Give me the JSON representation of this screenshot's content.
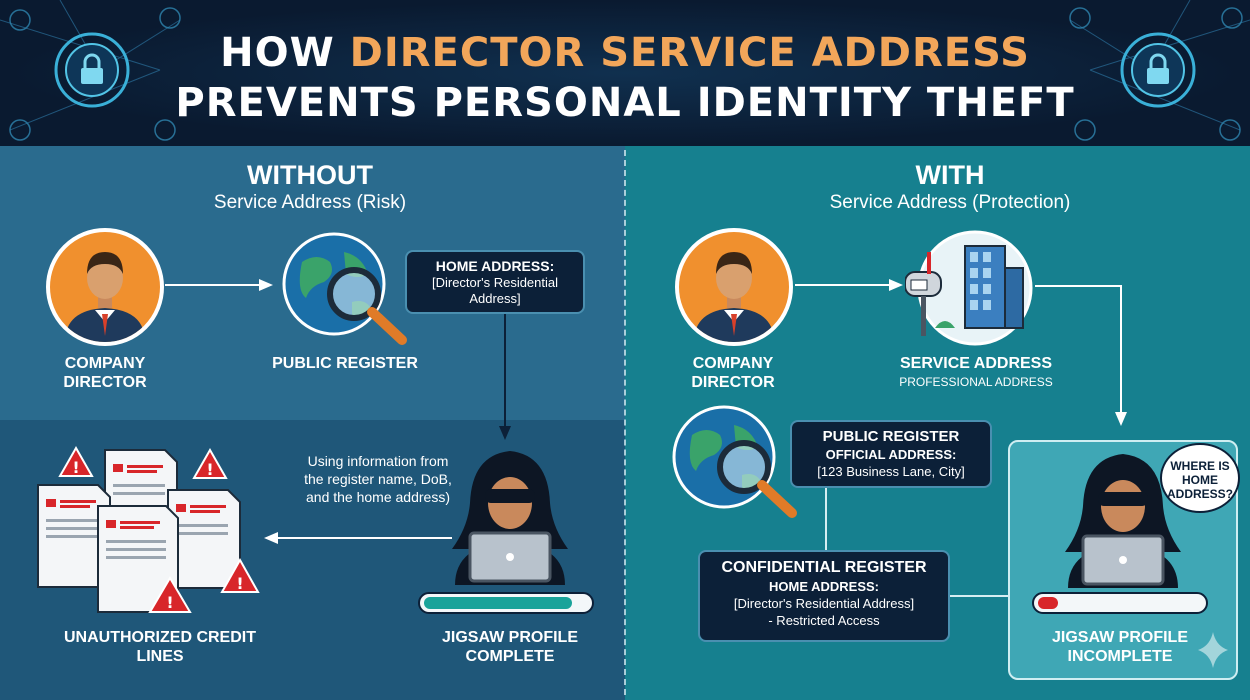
{
  "header": {
    "title_line1_pre": "HOW ",
    "title_line1_highlight": "DIRECTOR SERVICE ADDRESS",
    "title_line2": "PREVENTS PERSONAL IDENTITY THEFT"
  },
  "without": {
    "title": "WITHOUT",
    "subtitle": "Service Address (Risk)",
    "director_label": "COMPANY DIRECTOR",
    "register_label": "PUBLIC REGISTER",
    "home_box_title": "HOME ADDRESS:",
    "home_box_text": "[Director's Residential Address]",
    "hacker_note": "Using information from the register name, DoB, and the home address)",
    "profile_label": "JIGSAW PROFILE COMPLETE",
    "profile_progress": 0.9,
    "credit_label": "UNAUTHORIZED CREDIT LINES"
  },
  "with": {
    "title": "WITH",
    "subtitle": "Service Address (Protection)",
    "director_label": "COMPANY DIRECTOR",
    "service_label": "SERVICE ADDRESS",
    "service_sub": "PROFESSIONAL ADDRESS",
    "public_box_title": "PUBLIC REGISTER",
    "public_box_line2": "OFFICIAL ADDRESS:",
    "public_box_line3": "[123 Business Lane, City]",
    "conf_box_title": "CONFIDENTIAL REGISTER",
    "conf_box_line2": "HOME ADDRESS:",
    "conf_box_line3": "[Director's Residential Address]",
    "conf_box_line4": "- Restricted Access",
    "bubble_text": "WHERE IS HOME ADDRESS?",
    "profile_label": "JIGSAW PROFILE INCOMPLETE",
    "profile_progress": 0.12
  },
  "colors": {
    "accent": "#f2a65a",
    "left_bg": "#2a6b8e",
    "right_bg": "#16808f",
    "progress_complete": "#1aa39a",
    "progress_incomplete": "#d8262a",
    "warning": "#d8262a"
  }
}
